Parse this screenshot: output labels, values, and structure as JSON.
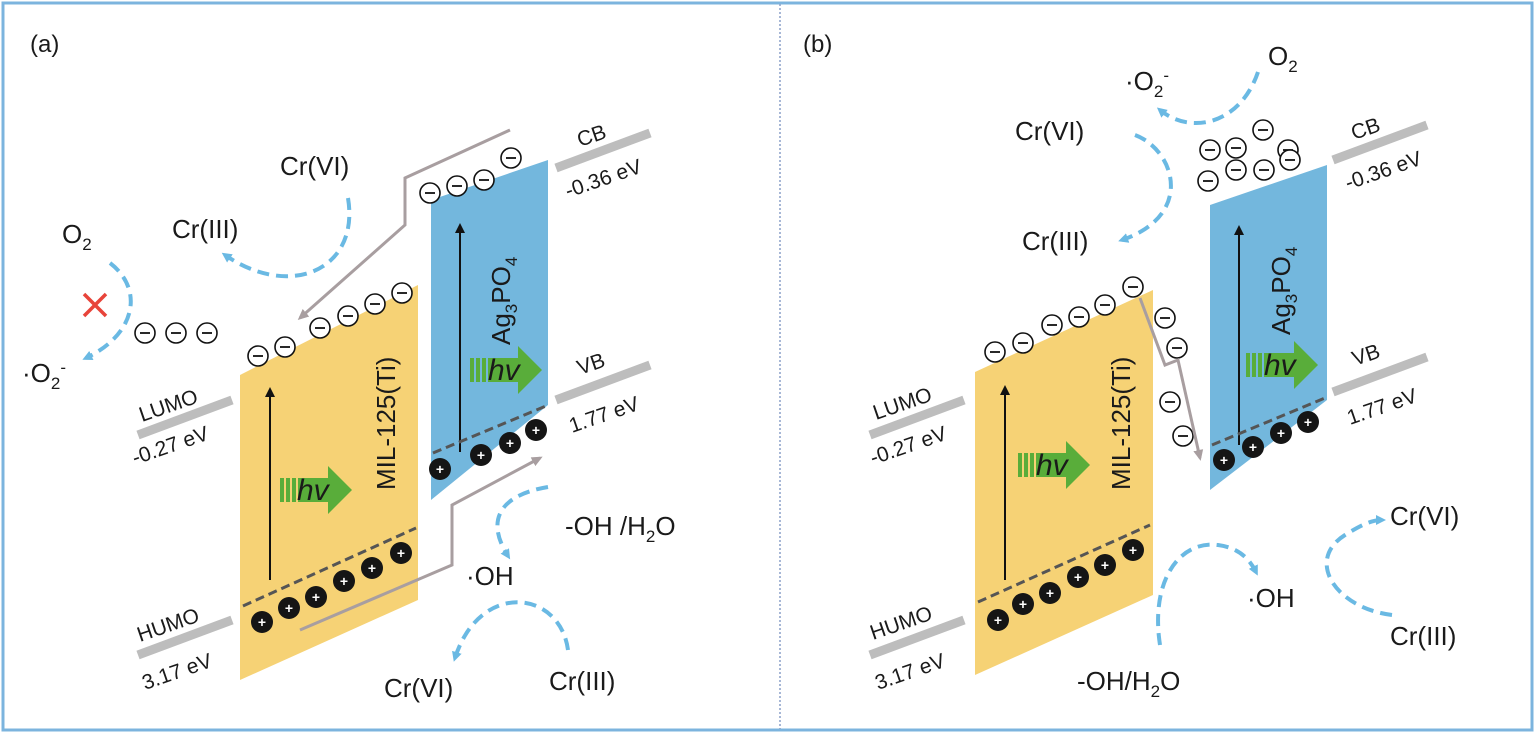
{
  "colors": {
    "frame": "#7cb4de",
    "mil_band": "#f6d275",
    "ag_band": "#73b7dd",
    "arrow": "#6ab9e3",
    "transfer": "#a89ea0",
    "level_bar": "#bdbdbd",
    "hv_arrow": "#59ad3a",
    "blocked": "#e8443a"
  },
  "icons": [
    "electron-icon",
    "hole-icon",
    "hv-arrow-icon",
    "blocked-x-icon",
    "dashed-curved-arrow-icon"
  ],
  "panel_a": {
    "label": "(a)",
    "cb": "CB",
    "cb_value": "-0.36 eV",
    "vb": "VB",
    "vb_value": "1.77 eV",
    "lumo": "LUMO",
    "lumo_value": "-0.27 eV",
    "humo": "HUMO",
    "humo_value": "3.17 eV",
    "mil_label": "MIL-125(Ti)",
    "ag_label_main": "Ag",
    "ag_sub3": "3",
    "ag_label_po": "PO",
    "ag_sub4": "4",
    "hv": "hv",
    "o2_main": "O",
    "o2_sub": "2",
    "superoxide_main": "·O",
    "superoxide_sub": "2",
    "superoxide_sup": "-",
    "cr6_top": "Cr(VI)",
    "cr3_top": "Cr(III)",
    "oh_h2o_main": "-OH /H",
    "oh_h2o_sub": "2",
    "oh_h2o_end": "O",
    "oh_radical": "·OH",
    "cr6_bottom": "Cr(VI)",
    "cr3_bottom": "Cr(III)",
    "electron": "−",
    "hole": "+"
  },
  "panel_b": {
    "label": "(b)",
    "cb": "CB",
    "cb_value": "-0.36 eV",
    "vb": "VB",
    "vb_value": "1.77 eV",
    "lumo": "LUMO",
    "lumo_value": "-0.27 eV",
    "humo": "HUMO",
    "humo_value": "3.17 eV",
    "mil_label": "MIL-125(Ti)",
    "ag_label_main": "Ag",
    "ag_sub3": "3",
    "ag_label_po": "PO",
    "ag_sub4": "4",
    "hv": "hv",
    "o2_main": "O",
    "o2_sub": "2",
    "superoxide_main": "·O",
    "superoxide_sub": "2",
    "superoxide_sup": "-",
    "cr6_top": "Cr(VI)",
    "cr3_top": "Cr(III)",
    "oh_h2o_main": "-OH/H",
    "oh_h2o_sub": "2",
    "oh_h2o_end": "O",
    "oh_radical": "·OH",
    "cr6_right": "Cr(VI)",
    "cr3_right": "Cr(III)"
  }
}
